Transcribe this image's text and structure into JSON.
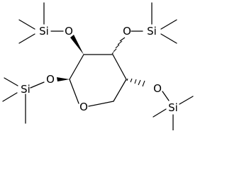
{
  "molecule": {
    "atoms": {
      "ring_oxygen": "O",
      "o_c1": "O",
      "o_c2": "O",
      "o_c3": "O",
      "o_c4": "O",
      "si_c1": "Si",
      "si_c2": "Si",
      "si_c3": "Si",
      "si_c4": "Si"
    },
    "colors": {
      "ink": "#000000",
      "background": "#ffffff"
    }
  }
}
